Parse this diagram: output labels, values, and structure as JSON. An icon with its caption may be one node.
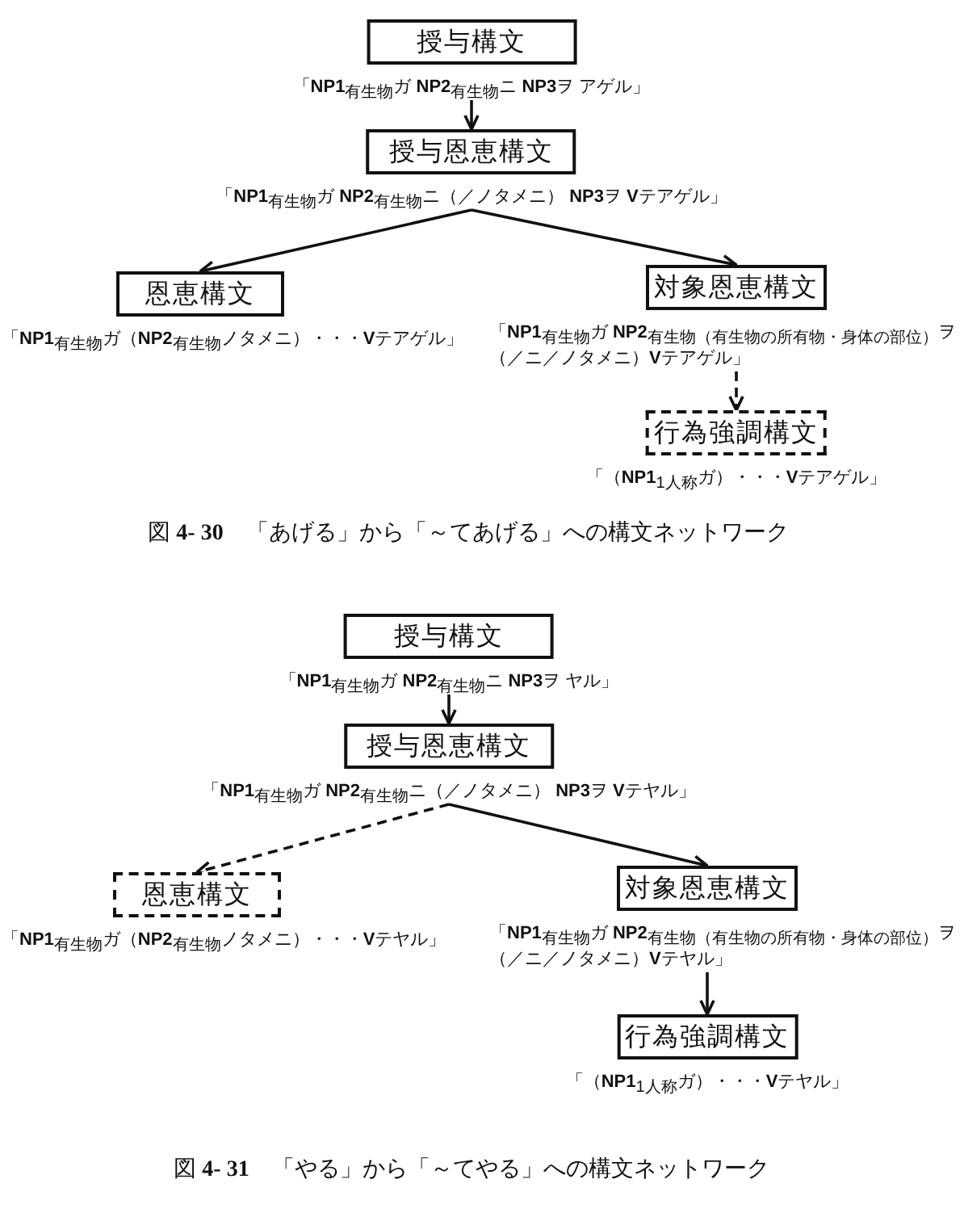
{
  "diagram": {
    "nodes": [
      {
        "text": [
          "授与構文"
        ],
        "beside": [
          "「**NP1**$_{有生物}$ガ **NP2**$_{有生物}$ニ **NP3**ヲ アゲル」"
        ]
      },
      {
        "text": [
          "授与恩恵構文"
        ],
        "beside": [
          "「**NP1**$_{有生物}$ガ **NP2**$_{有生物}$ニ（／ノタメニ） **NP3**ヲ **V**テアゲル」"
        ]
      },
      {
        "text": [
          "恩恵構文"
        ],
        "beside": [
          "「**NP1**$_{有生物}$ガ（**NP2**$_{有生物}$ノタメニ）・・・**V**テアゲル」"
        ]
      },
      {
        "text": [
          "対象恩恵構文"
        ],
        "beside": [
          "「**NP1**$_{有生物}$ガ **NP2**$_{有生物（有生物の所有物・身体の部位）}$ヲ（／ニ／ノタメニ）**V**テアゲル」"
        ]
      },
      {
        "text": [
          "行為強調構文"
        ],
        "beside": [
          "「（**NP1**$_{1人称}$ガ）・・・**V**テアゲル」"
        ]
      },
      {
        "text": [
          "授与構文"
        ],
        "beside": [
          "「**NP1**$_{有生物}$ガ **NP2**$_{有生物}$ニ **NP3**ヲ ヤル」"
        ]
      },
      {
        "text": [
          "授与恩恵構文"
        ],
        "beside": [
          "「**NP1**$_{有生物}$ガ **NP2**$_{有生物}$ニ（／ノタメニ） **NP3**ヲ **V**テヤル」"
        ]
      },
      {
        "text": [
          "恩恵構文"
        ],
        "beside": [
          "「**NP1**$_{有生物}$ガ（**NP2**$_{有生物}$ノタメニ）・・・**V**テヤル」"
        ]
      },
      {
        "text": [
          "対象恩恵構文"
        ],
        "beside": [
          "「**NP1**$_{有生物}$ガ **NP2**$_{有生物（有生物の所有物・身体の部位）}$ヲ（／ニ／ノタメニ）**V**テヤル」"
        ]
      },
      {
        "text": [
          "行為強調構文"
        ],
        "beside": [
          "「（**NP1**$_{1人称}$ガ）・・・**V**テヤル」"
        ]
      }
    ],
    "edges": [
      {
        "from": 0,
        "to": 1,
        "arrow": "to"
      },
      {
        "from": 1,
        "to": 2,
        "arrow": "to"
      },
      {
        "from": 1,
        "to": 3,
        "arrow": "to"
      },
      {
        "from": 3,
        "to": 4,
        "arrow": "to",
        "style": "dashed"
      },
      {
        "from": 5,
        "to": 6,
        "arrow": "to"
      },
      {
        "from": 6,
        "to": 7,
        "arrow": "to",
        "style": "dashed"
      },
      {
        "from": 6,
        "to": 8,
        "arrow": "to"
      },
      {
        "from": 8,
        "to": 9,
        "arrow": "to"
      }
    ],
    "labels": [
      "図 **4- 30**　「あげる」から「～てあげる」への構文ネットワーク",
      "図 **4- 31**　「やる」から「～てやる」への構文ネットワーク"
    ]
  }
}
